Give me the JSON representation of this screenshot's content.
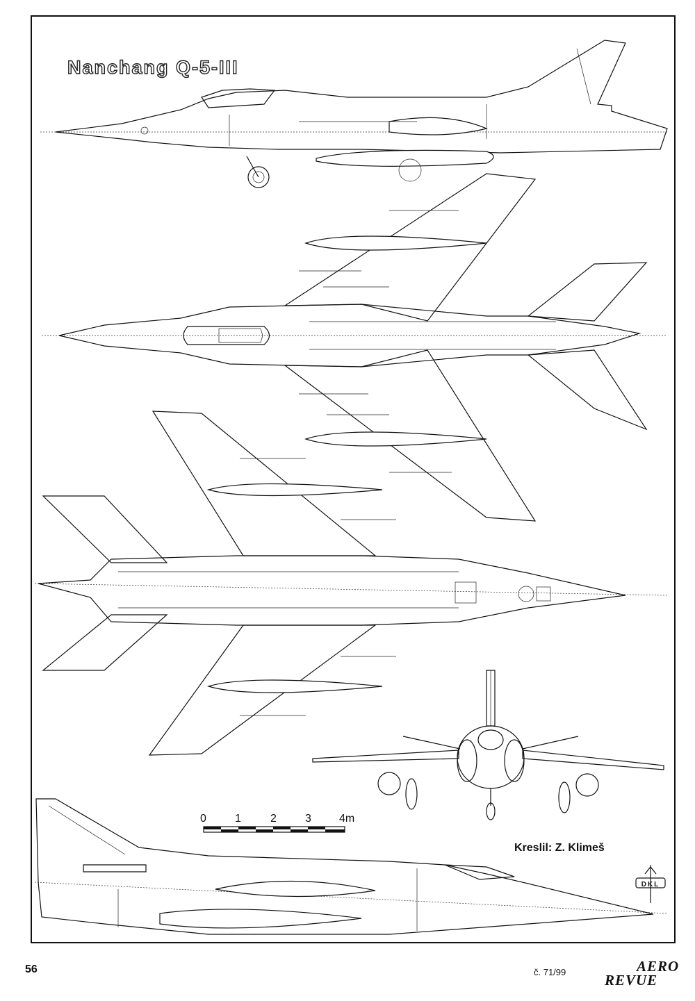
{
  "title": "Nanchang Q-5-III",
  "credit": "Kreslil: Z. Klimeš",
  "scale": {
    "ticks": [
      "0",
      "1",
      "2",
      "3",
      "4m"
    ]
  },
  "footer": {
    "page_number": "56",
    "issue": "č. 71/99"
  },
  "logo": {
    "line1": "AERO",
    "line2": "REVUE"
  },
  "stamp": {
    "text": "DKL"
  }
}
